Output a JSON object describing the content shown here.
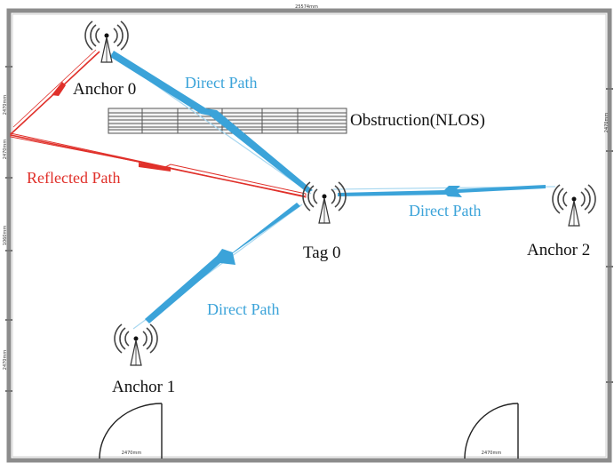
{
  "colors": {
    "direct": "#3ba3d9",
    "reflected": "#e0302a",
    "wall": "#8c8c8c",
    "text": "#111111"
  },
  "dimensions": {
    "top": "25574mm",
    "left_upper": "2470mm",
    "left_middle": "2470mm",
    "left_center": "1060mm",
    "left_lower": "2470mm",
    "right_upper": "2470mm",
    "door_left": "2470mm",
    "door_right": "2470mm"
  },
  "nodes": {
    "anchor0": "Anchor 0",
    "anchor1": "Anchor 1",
    "anchor2": "Anchor 2",
    "tag0": "Tag 0"
  },
  "labels": {
    "direct_path_top": "Direct Path",
    "direct_path_right": "Direct Path",
    "direct_path_bottom": "Direct Path",
    "reflected_path": "Reflected Path",
    "obstruction": "Obstruction(NLOS)"
  },
  "icons": {
    "antenna": "antenna-icon",
    "lightning": "lightning-bolt-icon",
    "door": "door-swing-icon"
  }
}
